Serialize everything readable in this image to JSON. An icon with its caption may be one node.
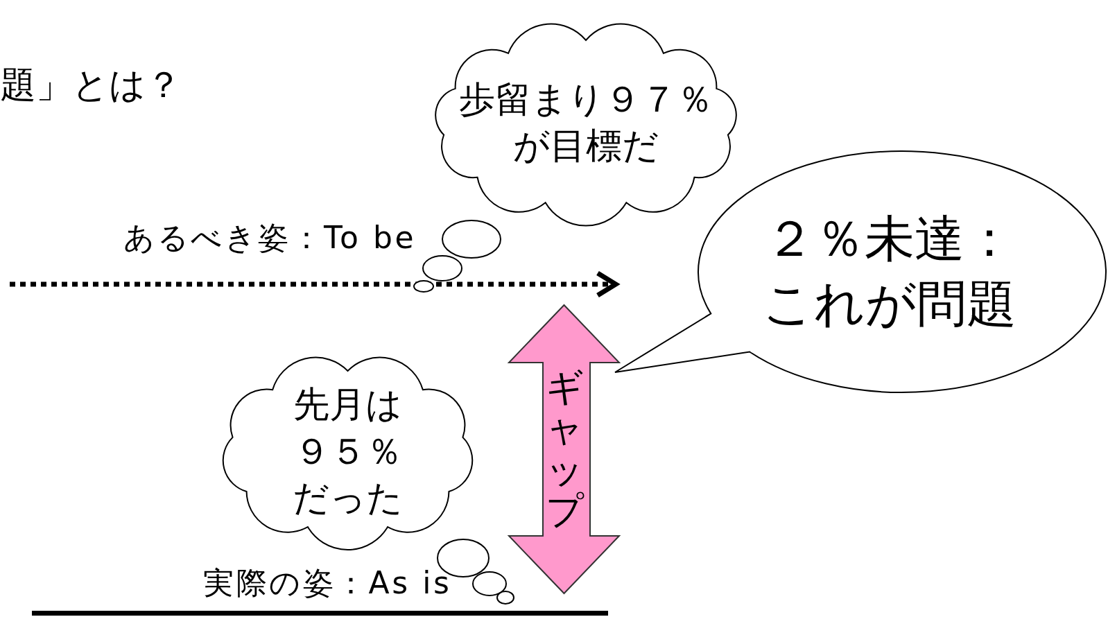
{
  "diagram": {
    "title": "題」とは？",
    "nodes": [
      {
        "text": [
          "歩留まり９７％が目標だ"
        ]
      },
      {
        "text": [
          "２％未達：これが問題"
        ]
      },
      {
        "text": [
          "先月は９５％だった"
        ]
      },
      {
        "text": [
          "ギャップ"
        ]
      }
    ],
    "labels": [
      "あるべき姿：To be",
      "実際の姿：As is"
    ]
  }
}
